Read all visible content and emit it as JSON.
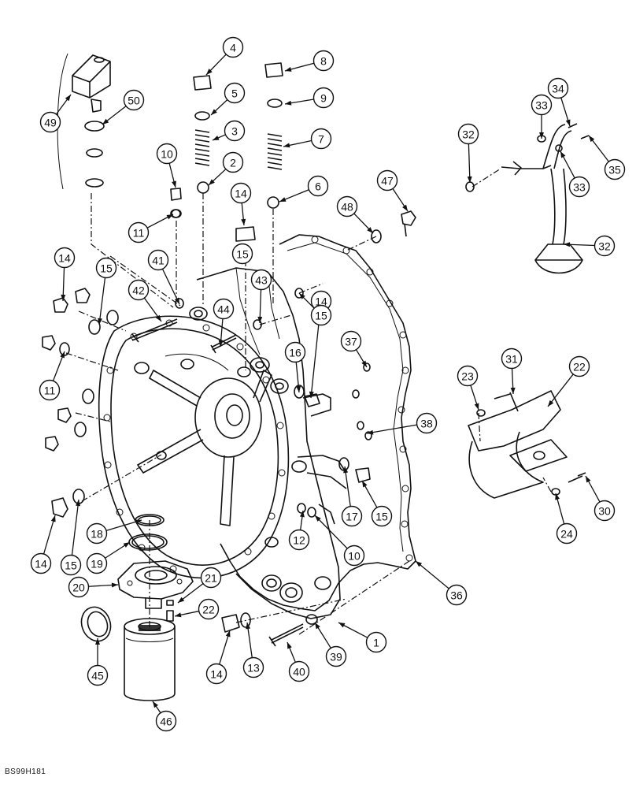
{
  "reference_code": "BS99H181",
  "callout_numbers": [
    "1",
    "2",
    "3",
    "4",
    "5",
    "6",
    "7",
    "8",
    "9",
    "10",
    "10",
    "10",
    "11",
    "11",
    "11",
    "12",
    "13",
    "14",
    "14",
    "14",
    "14",
    "14",
    "14",
    "14",
    "15",
    "15",
    "15",
    "15",
    "15",
    "15",
    "15",
    "16",
    "17",
    "18",
    "19",
    "20",
    "21",
    "22",
    "22",
    "23",
    "24",
    "30",
    "31",
    "32",
    "32",
    "33",
    "33",
    "34",
    "35",
    "36",
    "37",
    "38",
    "39",
    "40",
    "41",
    "42",
    "43",
    "44",
    "45",
    "46",
    "47",
    "48",
    "49",
    "50"
  ]
}
